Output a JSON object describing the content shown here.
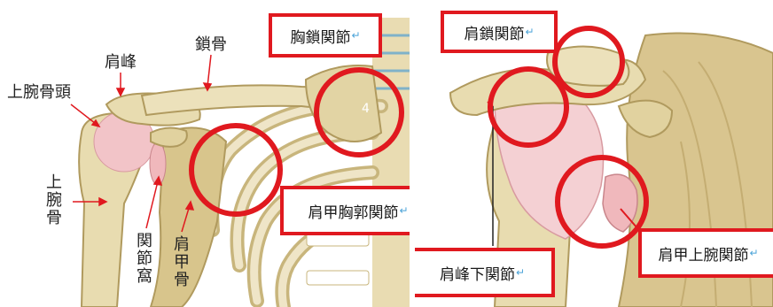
{
  "colors": {
    "bone": "#e8dcb0",
    "bone_shadow": "#c8b57c",
    "cartilage": "#f2c4c8",
    "highlight_red": "#e0191f",
    "muscle_bg": "#d9c58f"
  },
  "left_panel": {
    "labels": {
      "humeral_head": "上腕骨頭",
      "acromion": "肩峰",
      "clavicle": "鎖骨",
      "humerus": "上腕骨",
      "glenoid": "関節窩",
      "scapula": "肩甲骨",
      "rib_number": "4"
    },
    "boxes": {
      "sternoclavicular": "胸鎖関節",
      "scapulothoracic": "肩甲胸郭関節"
    }
  },
  "right_panel": {
    "boxes": {
      "acromioclavicular": "肩鎖関節",
      "subacromial": "肩峰下関節",
      "glenohumeral": "肩甲上腕関節"
    }
  },
  "return_mark": "↵"
}
